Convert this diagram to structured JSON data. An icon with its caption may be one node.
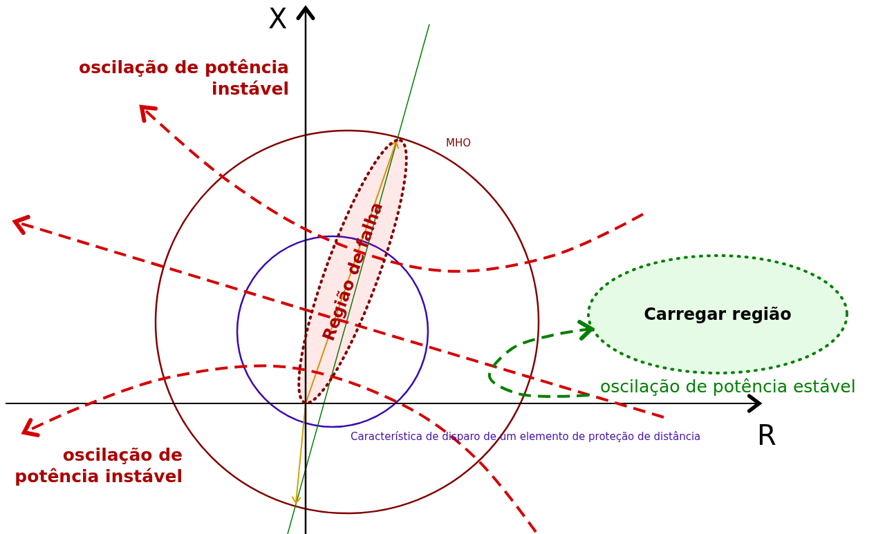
{
  "diagram": {
    "nodes": [
      {
        "text": [
          "Região de falha"
        ]
      },
      {
        "text": [
          "Carregar região"
        ]
      }
    ],
    "edges": [
      {
        "from": null,
        "to": 1,
        "arrow": "to",
        "style": "dashed",
        "color": "#008000"
      }
    ],
    "labels": [
      "X",
      "oscilação de potência instável",
      "MHO",
      "oscilação de potência estável",
      "R",
      "Característica de disparo de um elemento de proteção de distância",
      "oscilação de potência instável"
    ]
  }
}
